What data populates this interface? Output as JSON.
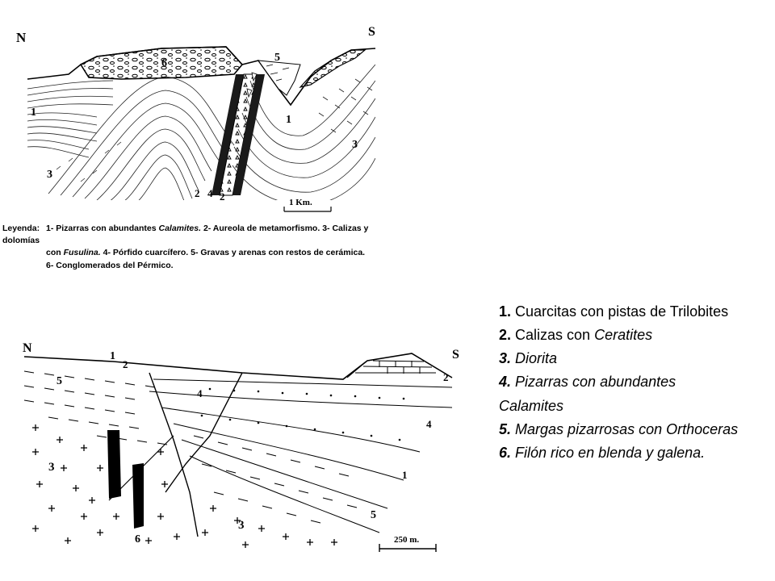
{
  "top_section": {
    "north": "N",
    "south": "S",
    "unit_labels": [
      "1",
      "3",
      "6",
      "5",
      "1",
      "3",
      "2",
      "4",
      "2"
    ],
    "scale": "1 Km.",
    "legend": {
      "title": "Leyenda:",
      "i1_num": "1-",
      "i1_a": "Pizarras con abundantes",
      "i1_b": "Calamites.",
      "i2": "2- Aureola de metamorfismo.",
      "i3_a": "3- Calizas y dolomías",
      "i3_b": "con",
      "i3_c": "Fusulina.",
      "i4": "4- Pórfido cuarcífero.",
      "i5": "5- Gravas y arenas con restos de cerámica.",
      "i6": "6- Conglomerados del Pérmico."
    }
  },
  "bottom_section": {
    "north": "N",
    "south": "S",
    "unit_labels": [
      "1",
      "2",
      "5",
      "4",
      "4",
      "2",
      "1",
      "3",
      "5",
      "3",
      "6"
    ],
    "scale": "250 m."
  },
  "right_legend": {
    "i1_num": "1.",
    "i1_text": "Cuarcitas con pistas de Trilobites",
    "i2_num": "2.",
    "i2_text": "Calizas con",
    "i2_italic": "Ceratites",
    "i3_num": "3.",
    "i3_text": "Diorita",
    "i4_num": "4.",
    "i4_text": "Pizarras con abundantes Calamites",
    "i5_num": "5.",
    "i5_text": "Margas pizarrosas con Orthoceras",
    "i6_num": "6.",
    "i6_text": "Filón rico en blenda y galena."
  }
}
